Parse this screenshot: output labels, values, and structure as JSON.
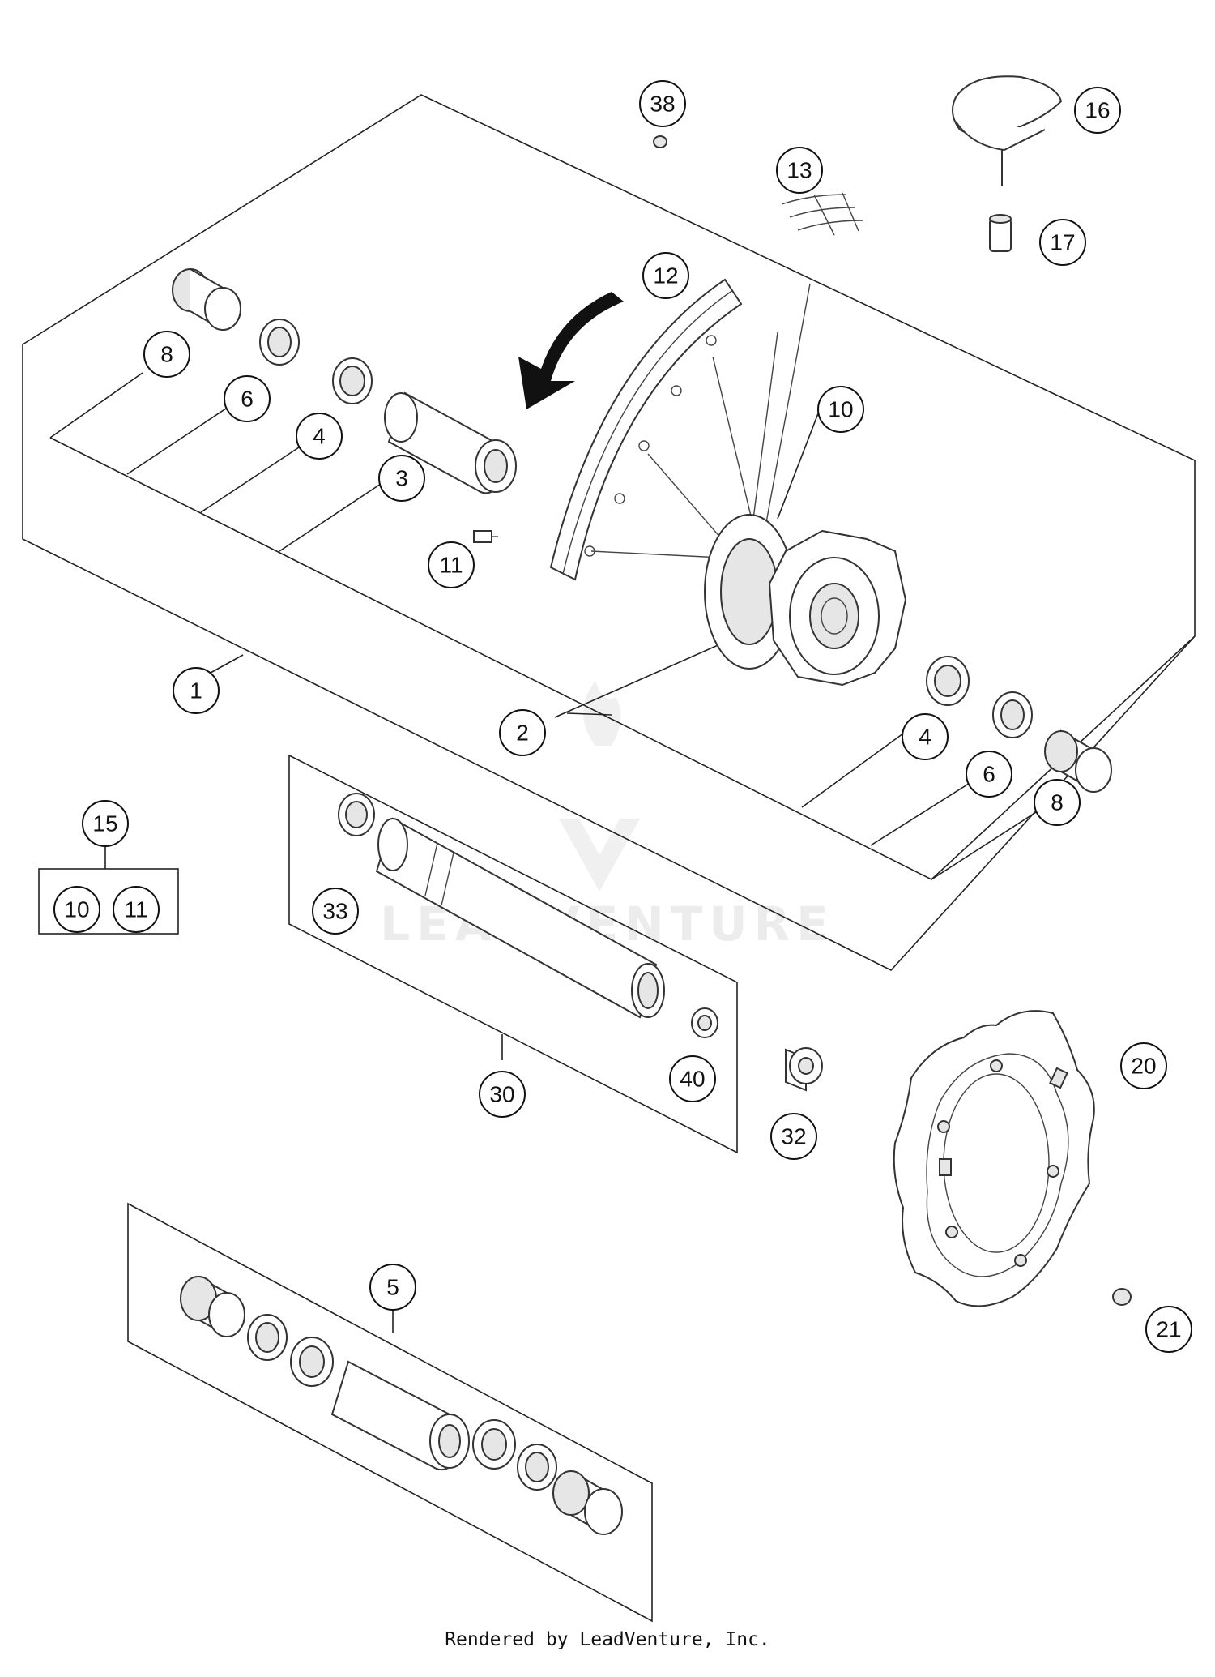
{
  "callouts": [
    {
      "id": "c38",
      "label": "38"
    },
    {
      "id": "c16",
      "label": "16"
    },
    {
      "id": "c13",
      "label": "13"
    },
    {
      "id": "c17",
      "label": "17"
    },
    {
      "id": "c12",
      "label": "12"
    },
    {
      "id": "c8a",
      "label": "8"
    },
    {
      "id": "c6a",
      "label": "6"
    },
    {
      "id": "c4a",
      "label": "4"
    },
    {
      "id": "c3",
      "label": "3"
    },
    {
      "id": "c10a",
      "label": "10"
    },
    {
      "id": "c11a",
      "label": "11"
    },
    {
      "id": "c1",
      "label": "1"
    },
    {
      "id": "c2",
      "label": "2"
    },
    {
      "id": "c4b",
      "label": "4"
    },
    {
      "id": "c6b",
      "label": "6"
    },
    {
      "id": "c8b",
      "label": "8"
    },
    {
      "id": "c15",
      "label": "15"
    },
    {
      "id": "c10b",
      "label": "10"
    },
    {
      "id": "c11b",
      "label": "11"
    },
    {
      "id": "c33",
      "label": "33"
    },
    {
      "id": "c30",
      "label": "30"
    },
    {
      "id": "c40",
      "label": "40"
    },
    {
      "id": "c32",
      "label": "32"
    },
    {
      "id": "c20",
      "label": "20"
    },
    {
      "id": "c5",
      "label": "5"
    },
    {
      "id": "c21",
      "label": "21"
    }
  ],
  "watermark": "LEADVENTURE",
  "footer": "Rendered by LeadVenture, Inc."
}
